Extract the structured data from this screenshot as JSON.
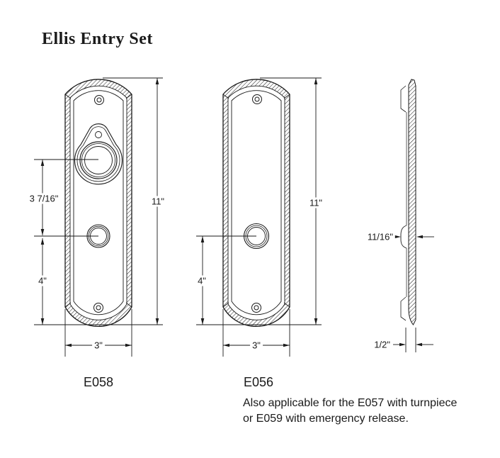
{
  "title": "Ellis Entry Set",
  "colors": {
    "background": "#ffffff",
    "line": "#1a1a1a"
  },
  "views": {
    "e058": {
      "label": "E058",
      "dims": {
        "hole_spacing": "3 7/16\"",
        "hole_to_bottom": "4\"",
        "height": "11\"",
        "width": "3\""
      }
    },
    "e056": {
      "label": "E056",
      "dims": {
        "hole_to_bottom": "4\"",
        "height": "11\"",
        "width": "3\""
      },
      "note_line1": "Also applicable for the E057 with turnpiece",
      "note_line2": "or E059 with emergency release."
    },
    "side": {
      "dims": {
        "overall_thickness": "11/16\"",
        "edge_thickness": "1/2\""
      }
    }
  }
}
